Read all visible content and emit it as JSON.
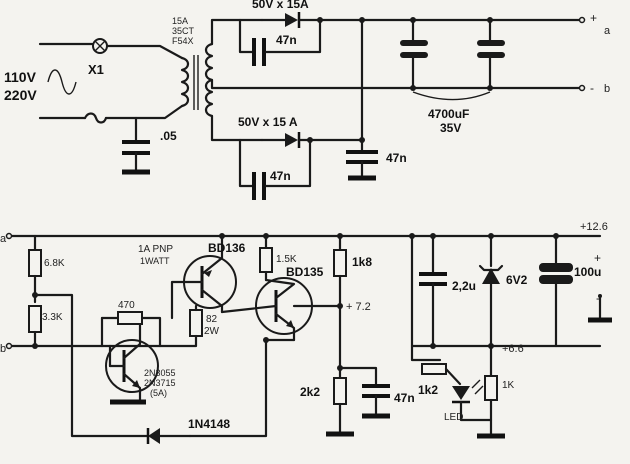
{
  "power_supply": {
    "mains_voltage_1": "110V",
    "mains_voltage_2": "220V",
    "lamp_label": "X1",
    "transformer_label_1": "15A",
    "transformer_label_2": "35CT",
    "transformer_label_3": "F54X",
    "diode_top_label": "50V x 15A",
    "diode_bottom_label": "50V x 15 A",
    "cap_top_label": "47n",
    "cap_bottom_label": "47n",
    "cap_filter_label": "47n",
    "cap_mains_label": ".05",
    "electrolytic_label_1": "4700uF",
    "electrolytic_label_2": "35V",
    "terminal_plus": "+",
    "terminal_minus": "-",
    "terminal_a": "a",
    "terminal_b": "b"
  },
  "regulator": {
    "input_a": "a",
    "input_b": "b",
    "out_voltage_top": "+12.6",
    "r_68k": "6.8K",
    "r_33k": "3.3K",
    "r_470": "470",
    "transistor_main_1": "2N3055",
    "transistor_main_2": "2N3715",
    "transistor_main_3": "(5A)",
    "pnp_label_1": "1A PNP",
    "pnp_label_2": "1WATT",
    "bd136": "BD136",
    "bd135": "BD135",
    "r_82": "82",
    "r_82_power": "2W",
    "r_15k": "1.5K",
    "r_1k8": "1k8",
    "node_72": "+ 7.2",
    "node_66": "+6.6",
    "r_2k2": "2k2",
    "cap_47n": "47n",
    "r_1k2": "1k2",
    "led_label": "LED",
    "r_1k": "1K",
    "cap_22u": "2,2u",
    "zener_6v2": "6V2",
    "cap_100u": "100u",
    "diode_1n4148": "1N4148",
    "out_plus": "+",
    "out_minus": "-"
  }
}
